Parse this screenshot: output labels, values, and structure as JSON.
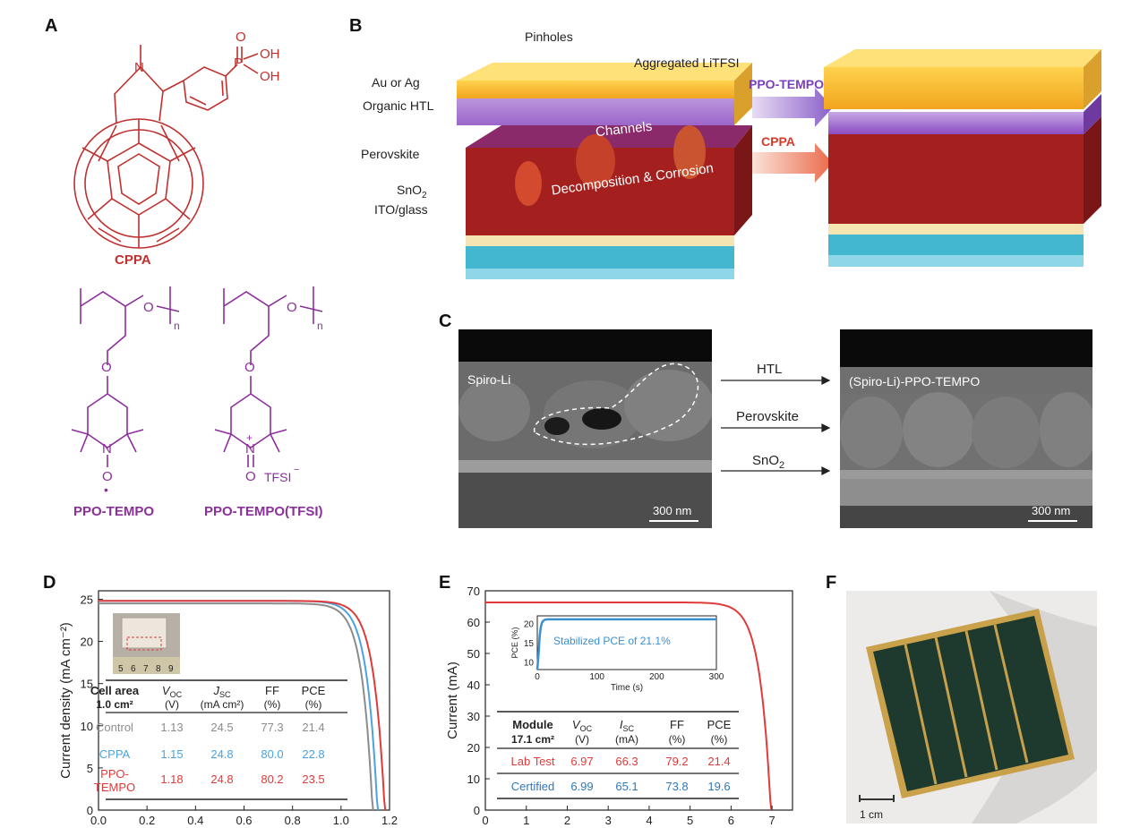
{
  "panels": {
    "a": "A",
    "b": "B",
    "c": "C",
    "d": "D",
    "e": "E",
    "f": "F"
  },
  "panel_a": {
    "cppa_label": "CPPA",
    "ppo_tempo_label": "PPO-TEMPO",
    "ppo_tempo_tfsi_label": "PPO-TEMPO(TFSI)",
    "atom_n": "N",
    "atom_p": "P",
    "atom_o": "O",
    "oh": "OH",
    "subscript_n": "n",
    "tfsi": "TFSI",
    "tfsi_charge": "−",
    "plus": "+",
    "radical_dot": "•",
    "methyl_line": ""
  },
  "panel_b": {
    "pinholes": "Pinholes",
    "aggregated_litfsi": "Aggregated LiTFSI",
    "au_or_ag": "Au or Ag",
    "organic_htl": "Organic HTL",
    "perovskite": "Perovskite",
    "sno2": "SnO",
    "sno2_sub": "2",
    "ito_glass": "ITO/glass",
    "channels": "Channels",
    "decomposition": "Decomposition & Corrosion",
    "arrow_ppo_tempo": "PPO-TEMPO",
    "arrow_cppa": "CPPA"
  },
  "panel_c": {
    "left_label": "Spiro-Li",
    "right_label": "(Spiro-Li)-PPO-TEMPO",
    "htl": "HTL",
    "perovskite": "Perovskite",
    "sno2": "SnO",
    "sno2_sub": "2",
    "scale_left": "300 nm",
    "scale_right": "300 nm"
  },
  "panel_f": {
    "scale": "1 cm"
  },
  "chart_data": [
    {
      "id": "D",
      "type": "line",
      "xlabel": "",
      "ylabel": "Current density (mA cm⁻²)",
      "xlim": [
        0.0,
        1.2
      ],
      "ylim": [
        0,
        26
      ],
      "xticks": [
        "0.0",
        "0.2",
        "0.4",
        "0.6",
        "0.8",
        "1.0",
        "1.2"
      ],
      "yticks": [
        "0",
        "5",
        "10",
        "15",
        "20",
        "25"
      ],
      "series": [
        {
          "name": "Control",
          "color": "#8c8c8c",
          "voc": 1.13,
          "jsc": 24.5
        },
        {
          "name": "CPPA",
          "color": "#4aa3e0",
          "voc": 1.15,
          "jsc": 24.8
        },
        {
          "name": "PPO-TEMPO",
          "color": "#e03a3a",
          "voc": 1.18,
          "jsc": 24.8
        }
      ],
      "table": {
        "header": [
          "Cell area\n1.0 cm²",
          "Voc\n(V)",
          "Jsc\n(mA cm²)",
          "FF\n(%)",
          "PCE\n(%)"
        ],
        "header_line1": [
          "Cell area",
          "V",
          "J",
          "FF",
          "PCE"
        ],
        "header_sub": [
          "",
          "OC",
          "SC",
          "",
          ""
        ],
        "header_line2": [
          "1.0 cm²",
          "(V)",
          "(mA cm²)",
          "(%)",
          "(%)"
        ],
        "rows": [
          {
            "label": "Control",
            "color": "#8c8c8c",
            "values": [
              "1.13",
              "24.5",
              "77.3",
              "21.4"
            ]
          },
          {
            "label": "CPPA",
            "color": "#4aa3e0",
            "values": [
              "1.15",
              "24.8",
              "80.0",
              "22.8"
            ]
          },
          {
            "label": "PPO-\nTEMPO",
            "label_line1": "PPO-",
            "label_line2": "TEMPO",
            "color": "#e03a3a",
            "values": [
              "1.18",
              "24.8",
              "80.2",
              "23.5"
            ]
          }
        ]
      },
      "inset_ruler": [
        "5",
        "6",
        "7",
        "8",
        "9"
      ]
    },
    {
      "id": "E",
      "type": "line",
      "xlabel": "",
      "ylabel": "Current (mA)",
      "xlim": [
        0,
        7.5
      ],
      "ylim": [
        0,
        70
      ],
      "xticks": [
        "0",
        "1",
        "2",
        "3",
        "4",
        "5",
        "6",
        "7"
      ],
      "yticks": [
        "0",
        "10",
        "20",
        "30",
        "40",
        "50",
        "60",
        "70"
      ],
      "series": [
        {
          "name": "Lab Test",
          "color": "#e03a3a",
          "voc": 6.97,
          "isc": 66.3
        }
      ],
      "inset": {
        "type": "line",
        "xlabel": "Time (s)",
        "ylabel": "PCE (%)",
        "xlim": [
          0,
          300
        ],
        "ylim": [
          8,
          22
        ],
        "xticks": [
          "0",
          "100",
          "200",
          "300"
        ],
        "yticks": [
          "10",
          "15",
          "20"
        ],
        "annotation": "Stabilized PCE  of 21.1%",
        "color": "#3a8fd0",
        "stable_value": 21.1
      },
      "table": {
        "header_line1": [
          "Module",
          "V",
          "I",
          "FF",
          "PCE"
        ],
        "header_sub": [
          "",
          "OC",
          "SC",
          "",
          ""
        ],
        "header_line2": [
          "17.1 cm²",
          "(V)",
          "(mA)",
          "(%)",
          "(%)"
        ],
        "rows": [
          {
            "label": "Lab Test",
            "color": "#e03a3a",
            "values": [
              "6.97",
              "66.3",
              "79.2",
              "21.4"
            ]
          },
          {
            "label": "Certified",
            "color": "#2f78b8",
            "values": [
              "6.99",
              "65.1",
              "73.8",
              "19.6"
            ]
          }
        ]
      }
    }
  ]
}
